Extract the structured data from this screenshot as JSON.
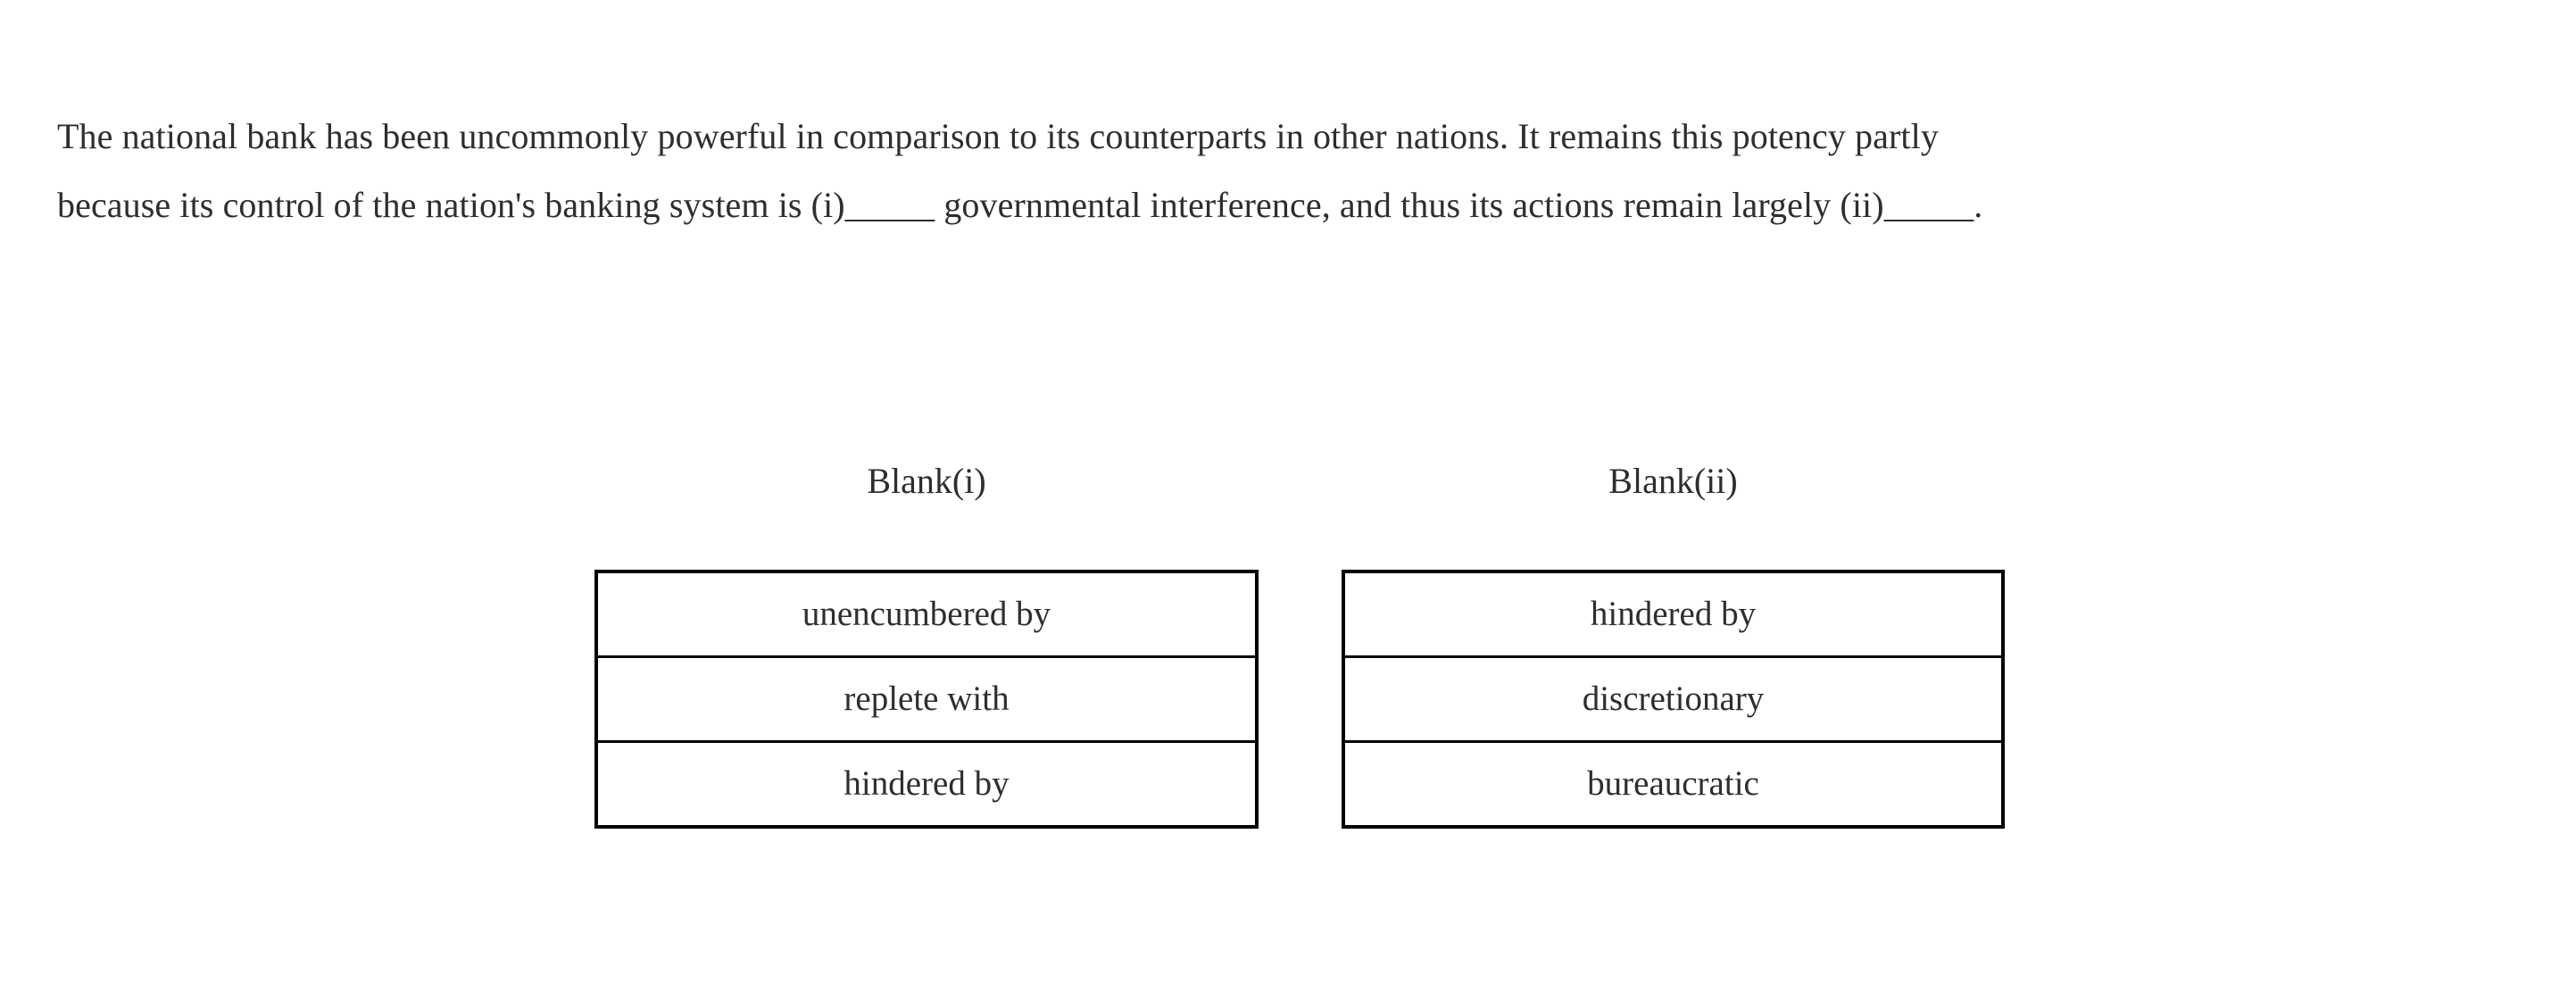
{
  "question": {
    "type": "text-completion-two-blank",
    "passage_lines": [
      "The national bank has been uncommonly powerful in comparison to its counterparts in other nations. It remains this potency partly",
      "because its control of the nation's banking system is (i)_____ governmental interference, and thus its actions remain largely (ii)_____."
    ],
    "passage_full": "The national bank has been uncommonly powerful in comparison to its counterparts in other nations. It remains this potency partly because its control of the nation's banking system is (i)_____ governmental interference, and thus its actions remain largely (ii)_____.",
    "blank_marker_one": "(i)_____",
    "blank_marker_two": "(ii)_____"
  },
  "columns": [
    {
      "id": "blank-i",
      "header": "Blank(i)",
      "options": [
        {
          "label": "unencumbered by"
        },
        {
          "label": "replete with"
        },
        {
          "label": "hindered by"
        }
      ]
    },
    {
      "id": "blank-ii",
      "header": "Blank(ii)",
      "options": [
        {
          "label": "hindered by"
        },
        {
          "label": "discretionary"
        },
        {
          "label": "bureaucratic"
        }
      ]
    }
  ],
  "colors": {
    "page_background": "#ffffff",
    "text": "#2e2e2e",
    "table_border": "#000000"
  }
}
